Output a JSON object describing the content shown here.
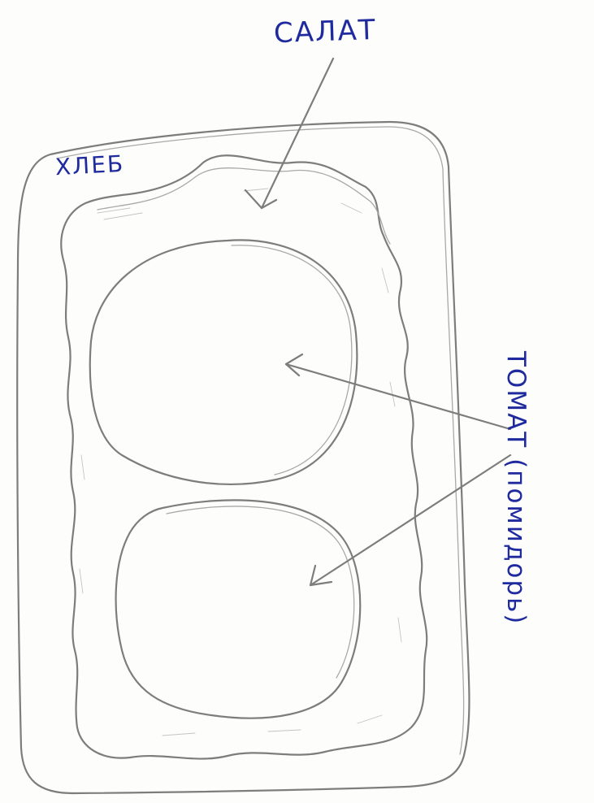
{
  "labels": {
    "salad": "САЛАТ",
    "bread": "ХЛЕБ",
    "tomato": "ТОМАТ (помидорь)"
  },
  "colors": {
    "ink": "#1f2a9e",
    "pencil": "#7d7d7d",
    "paper": "#fdfdfc"
  }
}
